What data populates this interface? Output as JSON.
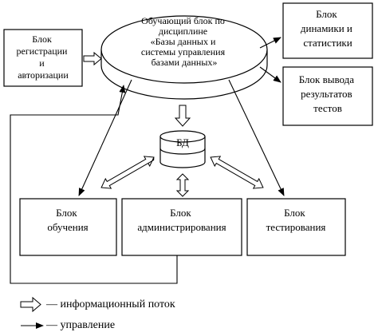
{
  "blocks": {
    "registration": [
      "Блок",
      "регистрации",
      "и",
      "авторизации"
    ],
    "training_unit": [
      "Обучающий блок по",
      "дисциплине",
      "«Базы данных и",
      "системы управления",
      "базами данных»"
    ],
    "dynamics": [
      "Блок",
      "динамики и",
      "статистики"
    ],
    "results": [
      "Блок вывода",
      "результатов",
      "тестов"
    ],
    "database": "БД",
    "learning": [
      "Блок",
      "обучения"
    ],
    "administration": [
      "Блок",
      "администрирования"
    ],
    "testing": [
      "Блок",
      "тестирования"
    ]
  },
  "legend": {
    "info_flow": "— информационный поток",
    "control": "— управление"
  }
}
